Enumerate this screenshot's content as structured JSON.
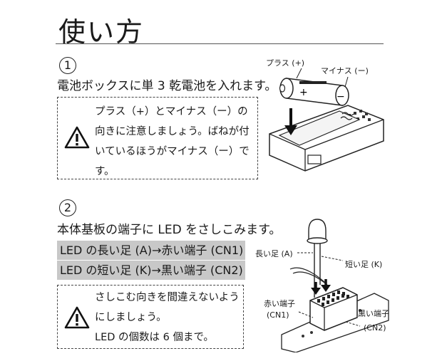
{
  "page": {
    "title": "使い方"
  },
  "step1": {
    "number": "1",
    "instruction": "電池ボックスに単 3 乾電池を入れます。",
    "warning_lines": [
      "プラス（+）とマイナス（ー）の",
      "向きに注意しましょう。ばねが付",
      "いているほうがマイナス（ー）で",
      "す。"
    ],
    "labels": {
      "plus": "プラス (+)",
      "minus": "マイナス (ー)"
    },
    "battery_marks": {
      "plus": "+",
      "minus": "−"
    }
  },
  "step2": {
    "number": "2",
    "instruction": "本体基板の端子に LED をさしこみます。",
    "highlights": [
      "LED の長い足 (A)→赤い端子 (CN1)",
      "LED の短い足 (K)→黒い端子 (CN2)"
    ],
    "warning_lines": [
      "さしこむ向きを間違えないよう",
      "にしましょう。",
      "LED の個数は 6 個まで。"
    ],
    "labels": {
      "long_leg": "長い足 (A)",
      "short_leg": "短い足 (K)",
      "red_terminal": "赤い端子",
      "cn1": "(CN1)",
      "black_terminal": "黒い端子",
      "cn2": "(CN2)"
    }
  }
}
